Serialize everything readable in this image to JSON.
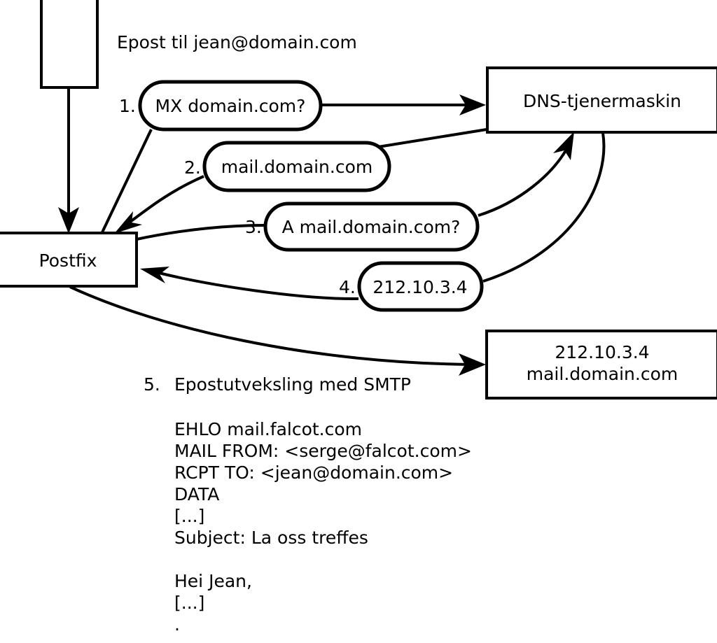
{
  "diagram": {
    "title": "Epost til jean@domain.com",
    "nodes": [
      {
        "id": "sender",
        "label": ""
      },
      {
        "id": "postfix",
        "label": "Postfix"
      },
      {
        "id": "dns",
        "label": "DNS-tjenermaskin"
      },
      {
        "id": "mailserver",
        "label_line1": "212.10.3.4",
        "label_line2": "mail.domain.com"
      }
    ],
    "steps": [
      {
        "number": "1.",
        "label": "MX domain.com?"
      },
      {
        "number": "2.",
        "label": "mail.domain.com"
      },
      {
        "number": "3.",
        "label": "A mail.domain.com?"
      },
      {
        "number": "4.",
        "label": "212.10.3.4"
      }
    ],
    "step5": {
      "number": "5.",
      "label": "Epostutveksling med SMTP"
    },
    "smtp_transcript": [
      "EHLO mail.falcot.com",
      "MAIL FROM: <serge@falcot.com>",
      "RCPT TO: <jean@domain.com>",
      "DATA",
      "[...]",
      "Subject: La oss treffes",
      "",
      "Hei Jean,",
      "[...]",
      "."
    ],
    "colors": {
      "stroke": "#000000",
      "fill": "#ffffff",
      "text": "#000000"
    }
  }
}
